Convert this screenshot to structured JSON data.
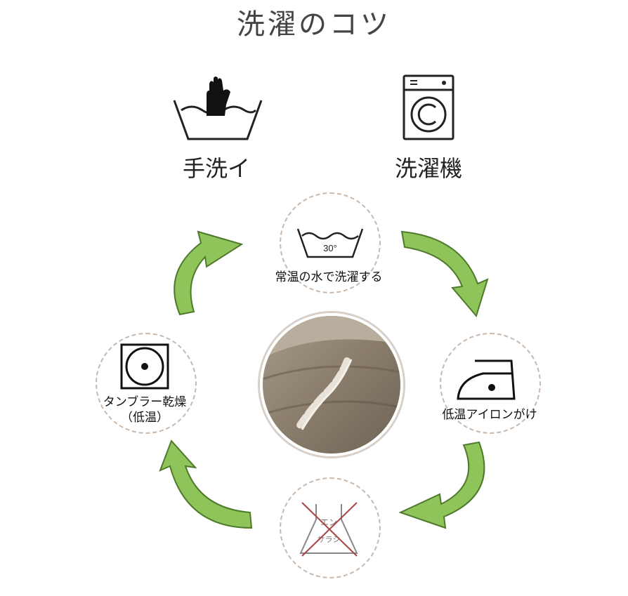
{
  "title": "洗濯のコツ",
  "methods": {
    "hand_wash": {
      "label": "手洗イ",
      "icon": "hand-wash-icon"
    },
    "machine": {
      "label": "洗濯機",
      "icon": "washing-machine-icon"
    }
  },
  "steps": {
    "wash": {
      "label": "常温の水で洗濯する",
      "temp": "30°",
      "icon": "wash-30-icon"
    },
    "iron": {
      "label": "低温アイロンがけ",
      "icon": "low-iron-icon"
    },
    "dry_line1": "タンブラー乾燥",
    "dry_line2": "（低温）",
    "no_bleach": {
      "text_top": "エン",
      "text_bottom": "サラシ",
      "icon": "no-bleach-icon"
    }
  },
  "center_photo": {
    "icon": "linen-fabric-photo"
  },
  "colors": {
    "arrow": "#8fc45a",
    "arrow_dark": "#4f7a2c",
    "dashed": "#c9b8ab",
    "fabric": "#8a7d6c"
  }
}
